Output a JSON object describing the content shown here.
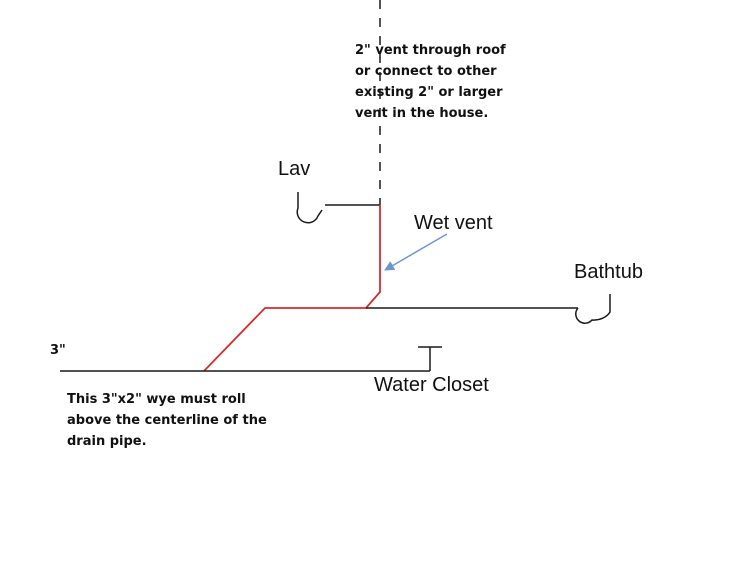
{
  "diagram": {
    "labels": {
      "vent_note": [
        "2\" vent through roof",
        "or connect to  other",
        "existing 2\" or larger",
        "vent in the house."
      ],
      "lav": "Lav",
      "wet_vent": "Wet vent",
      "bathtub": "Bathtub",
      "pipe_size": "3\"",
      "water_closet": "Water Closet",
      "wye_note": [
        "This 3\"x2\" wye must roll",
        "above the centerline of the",
        "drain pipe."
      ]
    },
    "colors": {
      "drain_line": "#1a1a1a",
      "wet_vent_line": "#d62b2b",
      "arrow": "#6f95d1",
      "text": "#111111"
    }
  }
}
